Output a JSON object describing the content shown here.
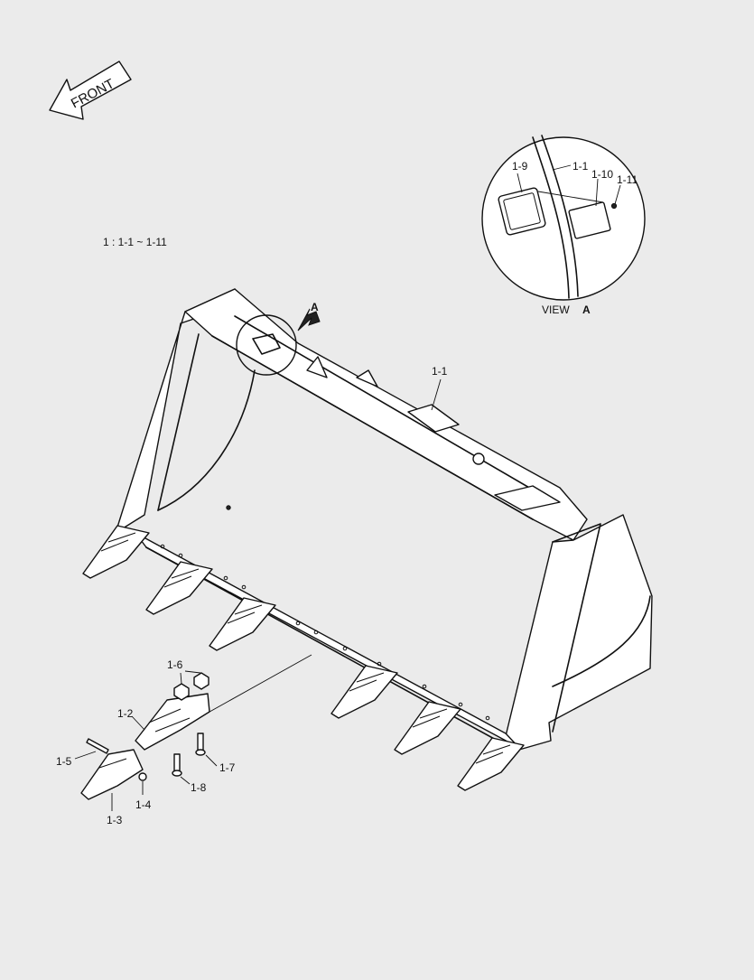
{
  "diagram": {
    "front_label": "FRONT",
    "range_note": "1 : 1-1 ~ 1-11",
    "view_label": "VIEW",
    "view_letter": "A",
    "arrow_letter": "A",
    "callouts": {
      "c1_1_top": "1-1",
      "c1_1_main": "1-1",
      "c1_9": "1-9",
      "c1_10": "1-10",
      "c1_11": "1-11",
      "c1_2": "1-2",
      "c1_3": "1-3",
      "c1_4": "1-4",
      "c1_5": "1-5",
      "c1_6": "1-6",
      "c1_7": "1-7",
      "c1_8": "1-8"
    }
  }
}
